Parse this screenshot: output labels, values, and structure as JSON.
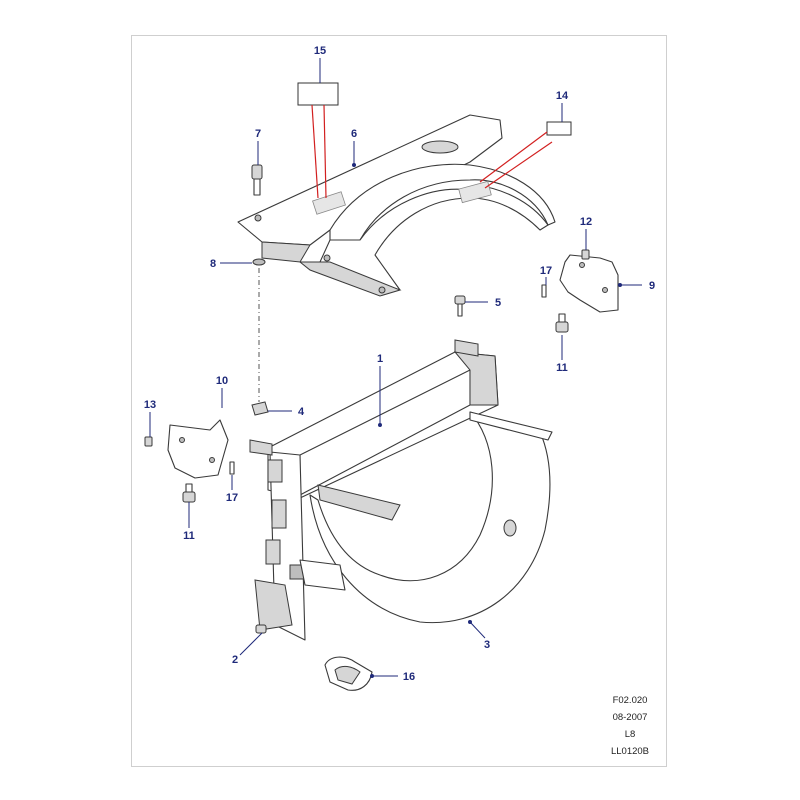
{
  "callouts": {
    "c1": "1",
    "c2": "2",
    "c3": "3",
    "c4": "4",
    "c5": "5",
    "c6": "6",
    "c7": "7",
    "c8": "8",
    "c9": "9",
    "c10": "10",
    "c11a": "11",
    "c11b": "11",
    "c12": "12",
    "c13": "13",
    "c14": "14",
    "c15": "15",
    "c16": "16",
    "c17a": "17",
    "c17b": "17"
  },
  "footer": {
    "ref": "F02.020",
    "date": "08-2007",
    "model": "L8",
    "code": "LL0120B"
  },
  "colors": {
    "callout": "#1f2a7a",
    "red_leader": "#d22020",
    "outline": "#3a3a3a"
  }
}
